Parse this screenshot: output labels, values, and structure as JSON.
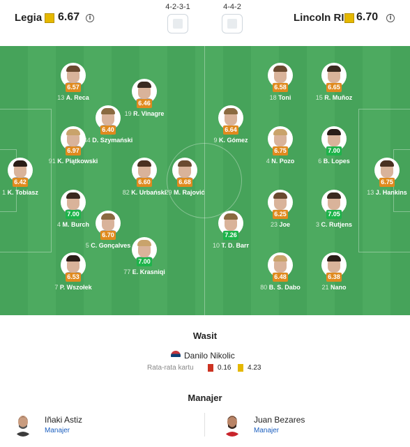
{
  "home": {
    "name": "Legia",
    "rating": "6.67",
    "formation": "4-2-3-1",
    "color": "#e5b800"
  },
  "away": {
    "name": "Lincoln RI",
    "rating": "6.70",
    "formation": "4-4-2",
    "color": "#e5b800"
  },
  "info_icon": "info-icon",
  "rating_colors": {
    "orange": "#e08a1e",
    "green": "#1db44a",
    "yellow": "#e5b800"
  },
  "home_players": [
    {
      "num": "13",
      "name": "A. Reca",
      "rating": "6.57",
      "color": "orange"
    },
    {
      "num": "19",
      "name": "R. Vinagre",
      "rating": "6.46",
      "color": "orange"
    },
    {
      "num": "44",
      "name": "D. Szymański",
      "rating": "6.40",
      "color": "orange"
    },
    {
      "num": "91",
      "name": "K. Piątkowski",
      "rating": "6.97",
      "color": "orange"
    },
    {
      "num": "1",
      "name": "K. Tobiasz",
      "rating": "6.42",
      "color": "orange"
    },
    {
      "num": "82",
      "name": "K. Urbański",
      "rating": "6.60",
      "color": "orange"
    },
    {
      "num": "29",
      "name": "M. Rajović",
      "rating": "6.68",
      "color": "orange"
    },
    {
      "num": "4",
      "name": "M. Burch",
      "rating": "7.00",
      "color": "green"
    },
    {
      "num": "5",
      "name": "C. Gonçalves",
      "rating": "6.70",
      "color": "orange"
    },
    {
      "num": "77",
      "name": "E. Krasniqi",
      "rating": "7.00",
      "color": "green"
    },
    {
      "num": "7",
      "name": "P. Wszołek",
      "rating": "6.53",
      "color": "orange"
    }
  ],
  "away_players": [
    {
      "num": "18",
      "name": "Toni",
      "rating": "6.58",
      "color": "orange"
    },
    {
      "num": "15",
      "name": "R. Muñoz",
      "rating": "6.65",
      "color": "orange"
    },
    {
      "num": "9",
      "name": "K. Gómez",
      "rating": "6.64",
      "color": "orange"
    },
    {
      "num": "4",
      "name": "N. Pozo",
      "rating": "6.75",
      "color": "orange"
    },
    {
      "num": "6",
      "name": "B. Lopes",
      "rating": "7.00",
      "color": "green"
    },
    {
      "num": "13",
      "name": "J. Hankins",
      "rating": "6.75",
      "color": "orange"
    },
    {
      "num": "23",
      "name": "Joe",
      "rating": "6.25",
      "color": "orange"
    },
    {
      "num": "3",
      "name": "C. Rutjens",
      "rating": "7.05",
      "color": "green"
    },
    {
      "num": "10",
      "name": "T. D. Barr",
      "rating": "7.26",
      "color": "green"
    },
    {
      "num": "80",
      "name": "B. S. Dabo",
      "rating": "6.48",
      "color": "orange"
    },
    {
      "num": "21",
      "name": "Nano",
      "rating": "6.38",
      "color": "orange"
    }
  ],
  "referee": {
    "title": "Wasit",
    "name": "Danilo Nikolic",
    "flag": "serbia-flag",
    "cards_label": "Rata-rata kartu",
    "red_avg": "0.16",
    "yellow_avg": "4.23"
  },
  "managers": {
    "title": "Manajer",
    "home": {
      "name": "Iñaki Astiz",
      "role": "Manajer"
    },
    "away": {
      "name": "Juan Bezares",
      "role": "Manajer"
    }
  }
}
